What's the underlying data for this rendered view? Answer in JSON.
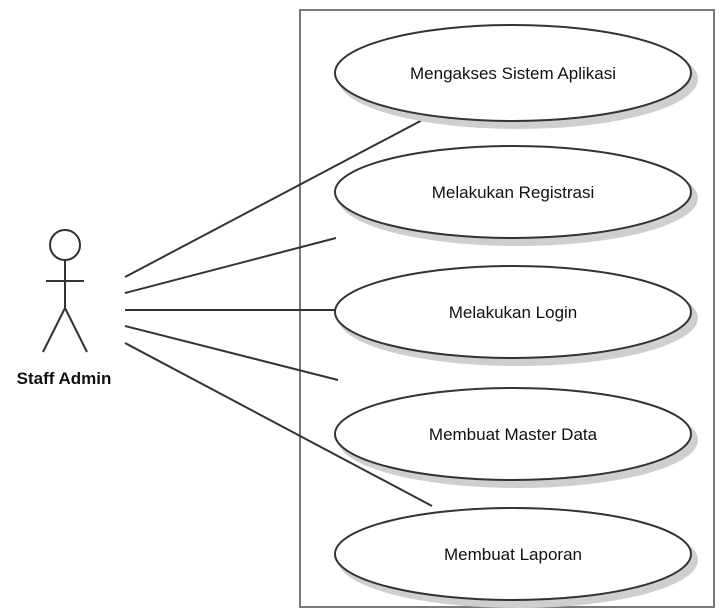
{
  "actor": {
    "name": "Staff Admin"
  },
  "use_cases": [
    {
      "label": "Mengakses Sistem Aplikasi"
    },
    {
      "label": "Melakukan Registrasi"
    },
    {
      "label": "Melakukan Login"
    },
    {
      "label": "Membuat Master Data"
    },
    {
      "label": "Membuat Laporan"
    }
  ],
  "colors": {
    "line": "#333333",
    "boundary": "#7a7a7a",
    "ellipse_fill": "#ffffff",
    "ellipse_shadow": "#cfcfcf"
  }
}
